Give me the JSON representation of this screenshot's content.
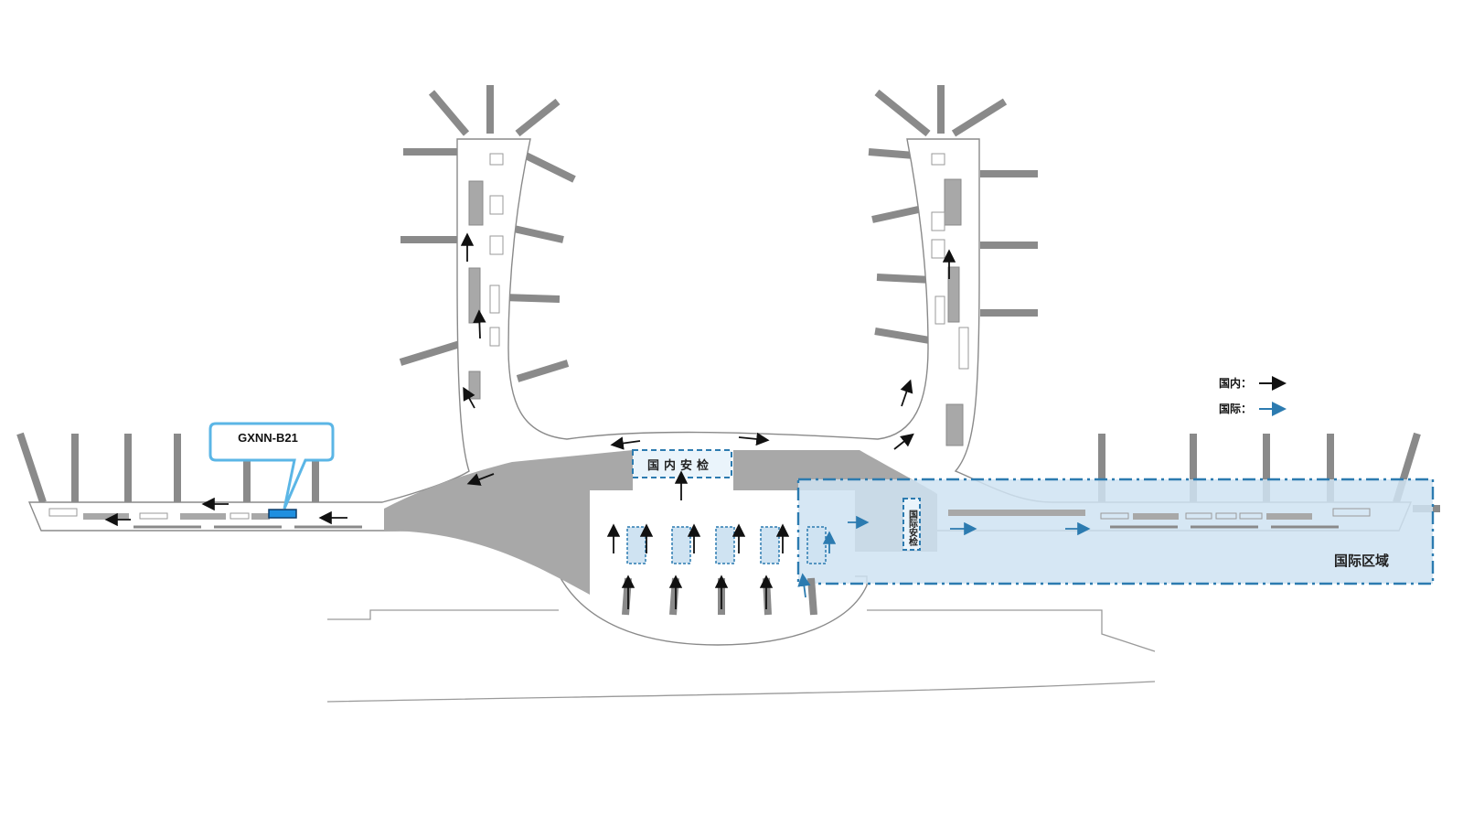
{
  "map": {
    "labels": {
      "domestic_security": "国内安检",
      "intl_security": "国际安检",
      "intl_area": "国际区域",
      "callout": "GXNN-B21"
    },
    "legend": [
      {
        "label": "国内：",
        "color": "#111111"
      },
      {
        "label": "国际：",
        "color": "#2c7bb0"
      }
    ],
    "colors": {
      "building_fill": "#ffffff",
      "outline": "#8a8a8a",
      "gray_block": "#a8a8a8",
      "intl_zone": "#cfe3f2",
      "intl_border": "#2c7bb0",
      "callout_border": "#5bb6e6",
      "highlight": "#1f8fe0"
    }
  }
}
